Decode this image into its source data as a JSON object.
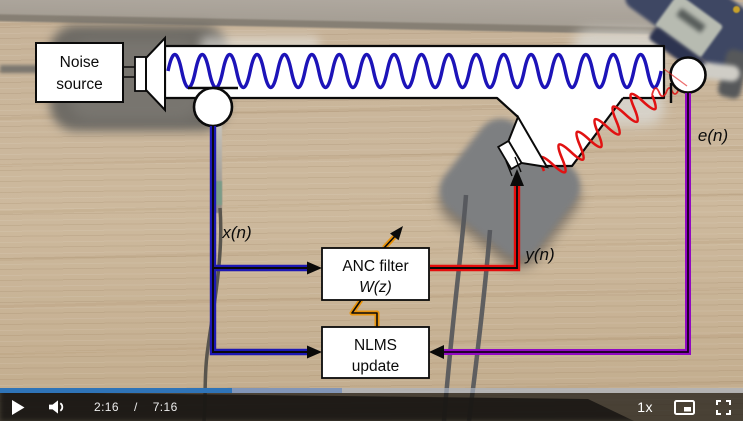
{
  "video_overlay": {
    "noise_source_line1": "Noise",
    "noise_source_line2": "source",
    "anc_filter_line1": "ANC filter",
    "anc_filter_line2": "W(z)",
    "nlms_line1": "NLMS",
    "nlms_line2": "update",
    "label_reference_signal": "x(n)",
    "label_output_signal": "y(n)",
    "label_error_signal": "e(n)",
    "colors": {
      "noise_wave": "#1c13b8",
      "anti_noise_wave": "#e11212",
      "reference_line": "#1c17b3",
      "output_line": "#e40c0c",
      "error_line": "#9109c2",
      "adaptation_line": "#e8930c"
    }
  },
  "player": {
    "current_time": "2:16",
    "separator": "/",
    "duration": "7:16",
    "playback_speed": "1x",
    "progress_percent": 31,
    "buffered_percent": 46,
    "progress_color": "#2f74b8"
  }
}
